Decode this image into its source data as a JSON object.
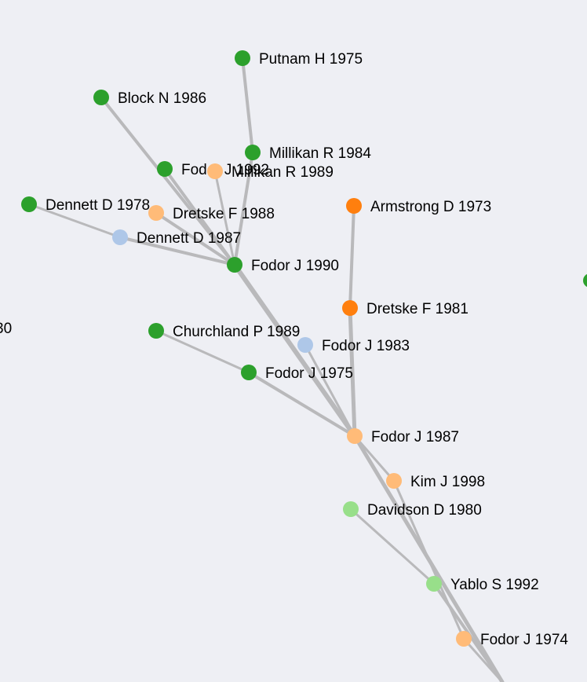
{
  "colors": {
    "background": "#eeeff4",
    "edge": "#b9b9bb",
    "dark_green": "#2ca02c",
    "light_green": "#98df8a",
    "orange": "#ff7f0e",
    "light_orange": "#ffbb78",
    "light_blue": "#aec7e8"
  },
  "nodes": [
    {
      "id": "putnam1975",
      "label": "Putnam H 1975",
      "color": "#2ca02c"
    },
    {
      "id": "block1986",
      "label": "Block N 1986",
      "color": "#2ca02c"
    },
    {
      "id": "millikan1984",
      "label": "Millikan R 1984",
      "color": "#2ca02c"
    },
    {
      "id": "fodor1992",
      "label": "Fodor J 1992",
      "color": "#2ca02c"
    },
    {
      "id": "millikan1989",
      "label": "Millikan R 1989",
      "color": "#ffbb78"
    },
    {
      "id": "dennett1978",
      "label": "Dennett D 1978",
      "color": "#2ca02c"
    },
    {
      "id": "dretske1988",
      "label": "Dretske F 1988",
      "color": "#ffbb78"
    },
    {
      "id": "armstrong1973",
      "label": "Armstrong D 1973",
      "color": "#ff7f0e"
    },
    {
      "id": "dennett1987",
      "label": "Dennett D 1987",
      "color": "#aec7e8"
    },
    {
      "id": "fodor1990",
      "label": "Fodor J 1990",
      "color": "#2ca02c"
    },
    {
      "id": "dretske1981",
      "label": "Dretske F 1981",
      "color": "#ff7f0e"
    },
    {
      "id": "churchland1989",
      "label": "Churchland P 1989",
      "color": "#2ca02c"
    },
    {
      "id": "fodor1983",
      "label": "Fodor J 1983",
      "color": "#aec7e8"
    },
    {
      "id": "fodor1975",
      "label": "Fodor J 1975",
      "color": "#2ca02c"
    },
    {
      "id": "fodor1987",
      "label": "Fodor J 1987",
      "color": "#ffbb78"
    },
    {
      "id": "kim1998",
      "label": "Kim J 1998",
      "color": "#ffbb78"
    },
    {
      "id": "davidson1980",
      "label": "Davidson D 1980",
      "color": "#98df8a"
    },
    {
      "id": "yablo1992",
      "label": "Yablo S 1992",
      "color": "#98df8a"
    },
    {
      "id": "fodor1974",
      "label": "Fodor J 1974",
      "color": "#ffbb78"
    }
  ],
  "partial_label_left": "30",
  "edges": [
    {
      "from": "putnam1975",
      "to": "millikan1984",
      "weight": 4
    },
    {
      "from": "millikan1984",
      "to": "fodor1990",
      "weight": 4
    },
    {
      "from": "block1986",
      "to": "fodor1990",
      "weight": 4
    },
    {
      "from": "fodor1992",
      "to": "fodor1990",
      "weight": 4
    },
    {
      "from": "millikan1989",
      "to": "fodor1990",
      "weight": 3
    },
    {
      "from": "dretske1988",
      "to": "fodor1990",
      "weight": 4
    },
    {
      "from": "dennett1978",
      "to": "dennett1987",
      "weight": 3
    },
    {
      "from": "dennett1987",
      "to": "fodor1990",
      "weight": 4
    },
    {
      "from": "fodor1990",
      "to": "fodor1987",
      "weight": 6
    },
    {
      "from": "armstrong1973",
      "to": "dretske1981",
      "weight": 4
    },
    {
      "from": "dretske1981",
      "to": "fodor1987",
      "weight": 5
    },
    {
      "from": "fodor1983",
      "to": "fodor1987",
      "weight": 3
    },
    {
      "from": "churchland1989",
      "to": "fodor1975",
      "weight": 3
    },
    {
      "from": "fodor1975",
      "to": "fodor1987",
      "weight": 4
    },
    {
      "from": "fodor1987",
      "to": "offscreen",
      "weight": 5
    },
    {
      "from": "fodor1987",
      "to": "kim1998",
      "weight": 3
    },
    {
      "from": "kim1998",
      "to": "fodor1974",
      "weight": 3
    },
    {
      "from": "davidson1980",
      "to": "yablo1992",
      "weight": 3
    },
    {
      "from": "yablo1992",
      "to": "offscreen",
      "weight": 4
    },
    {
      "from": "fodor1974",
      "to": "offscreen",
      "weight": 3
    }
  ]
}
